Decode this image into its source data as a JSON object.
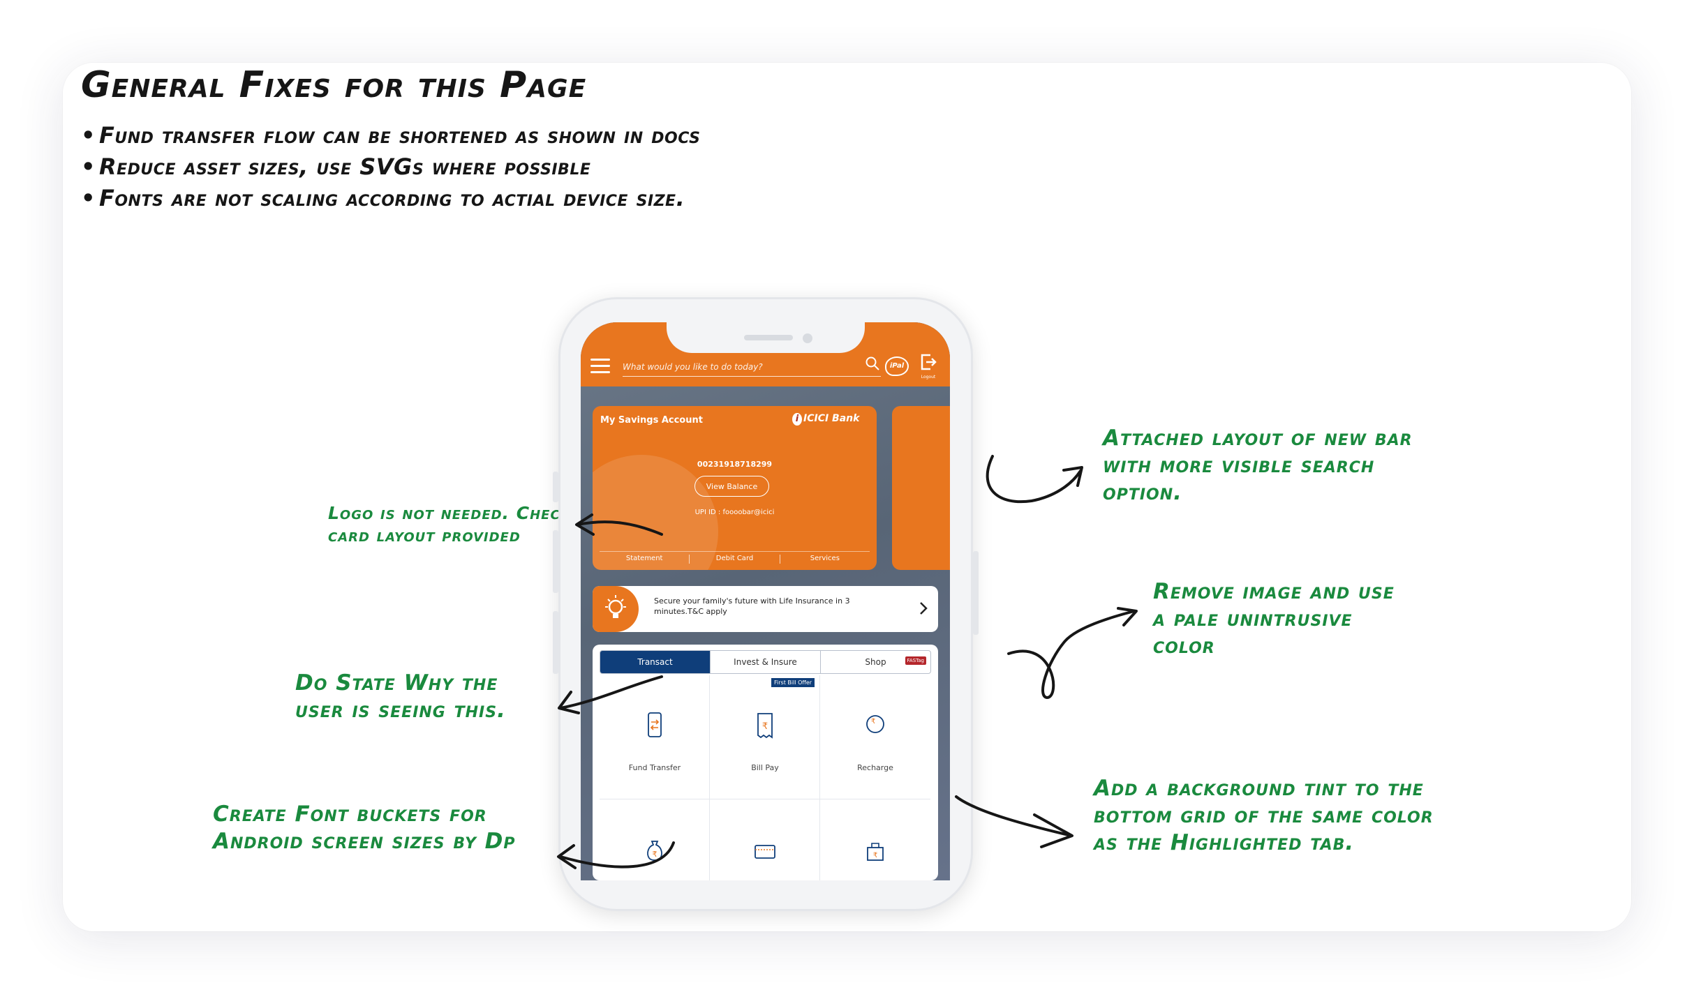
{
  "header": {
    "title": "General Fixes for this Page",
    "fixes": [
      "Fund transfer flow can be shortened as shown in docs",
      "Reduce asset sizes, use SVGs where possible",
      "Fonts are not scaling according to actial device size."
    ]
  },
  "annotations": {
    "logo": [
      "Logo is not needed. Check",
      "card layout provided"
    ],
    "state_why": [
      "Do State Why the",
      "user is seeing this."
    ],
    "font_buckets": [
      "Create Font buckets for",
      "Android screen sizes by Dp"
    ],
    "attached_bar": [
      "Attached layout of new bar",
      "with more visible search",
      "option."
    ],
    "remove_image": [
      "Remove image and use",
      "a pale unintrusive",
      "color"
    ],
    "background_tint": [
      "Add a background tint to the",
      "bottom grid of the same color",
      "as the Highlighted tab."
    ]
  },
  "app": {
    "search_placeholder": "What would you like to do today?",
    "ipal_label": "iPal",
    "logout_label": "Logout",
    "card": {
      "title": "My Savings Account",
      "bank_name": "ICICI Bank",
      "account_number": "00231918718299",
      "view_balance": "View Balance",
      "upi": "UPI ID :  foooobar@icici",
      "links": [
        "Statement",
        "Debit Card",
        "Services"
      ]
    },
    "promo_text": "Secure your family's future with Life Insurance in 3 minutes.T&C apply",
    "tabs": [
      {
        "label": "Transact",
        "active": true
      },
      {
        "label": "Invest & Insure",
        "active": false
      },
      {
        "label": "Shop",
        "active": false,
        "badge": "FASTag"
      }
    ],
    "offer_badge": "First Bill Offer",
    "grid": [
      {
        "label": "Fund Transfer",
        "icon": "phone-transfer-icon"
      },
      {
        "label": "Bill Pay",
        "icon": "bill-icon"
      },
      {
        "label": "Recharge",
        "icon": "recharge-icon"
      },
      {
        "label": "",
        "icon": "money-bag-icon"
      },
      {
        "label": "",
        "icon": "card-icon"
      },
      {
        "label": "",
        "icon": "shopping-bag-icon"
      }
    ],
    "colors": {
      "brand_orange": "#e8761f",
      "tab_navy": "#0f3e7a",
      "annotation_green": "#1a8a3e"
    }
  }
}
